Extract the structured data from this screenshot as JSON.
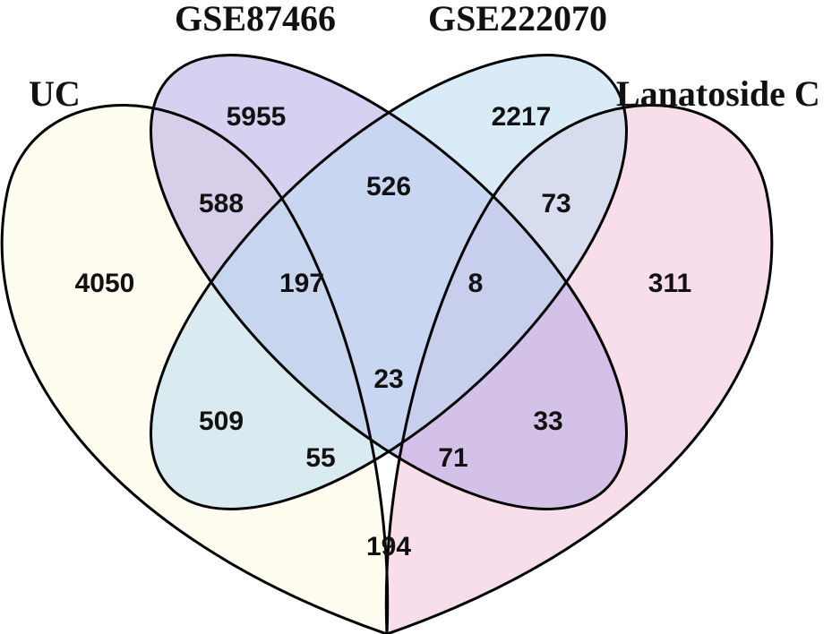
{
  "sets": [
    {
      "key": "uc",
      "label": "UC",
      "color": "#fdfbe3"
    },
    {
      "key": "gse1",
      "label": "GSE87466",
      "color": "#b6aae4"
    },
    {
      "key": "gse2",
      "label": "GSE222070",
      "color": "#bcdaf2"
    },
    {
      "key": "lan",
      "label": "Lanatoside C",
      "color": "#f2c1da"
    }
  ],
  "regions": {
    "uc_only": "4050",
    "gse1_only": "5955",
    "gse2_only": "2217",
    "lan_only": "311",
    "uc_gse1": "588",
    "gse1_gse2": "526",
    "gse2_lan": "73",
    "uc_gse1_gse2": "197",
    "gse1_gse2_lan": "8",
    "all_four": "23",
    "uc_gse2": "509",
    "gse1_lan": "33",
    "uc_gse2_lan": "55",
    "uc_gse1_lan": "71",
    "uc_lan": "194"
  }
}
